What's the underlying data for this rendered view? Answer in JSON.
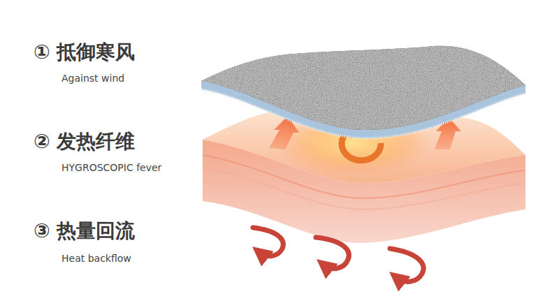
{
  "diagram": {
    "labels": [
      "① 抵御寒风",
      "Against wind",
      "② 发热纤维",
      "HYGROSCOPIC fever",
      "③ 热量回流",
      "Heat backflow"
    ]
  }
}
